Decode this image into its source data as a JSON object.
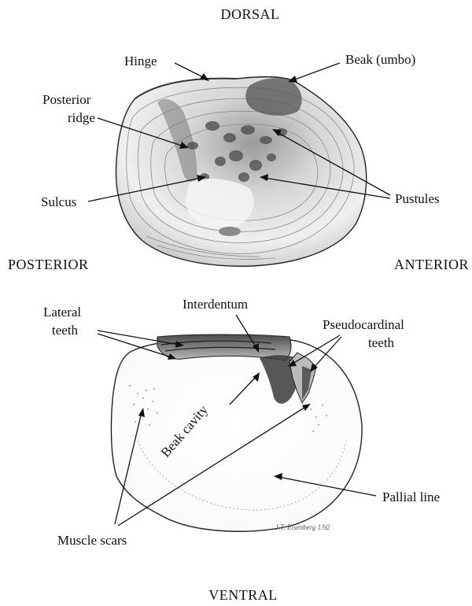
{
  "orientation": {
    "dorsal": "DORSAL",
    "ventral": "VENTRAL",
    "posterior": "POSTERIOR",
    "anterior": "ANTERIOR"
  },
  "exterior_view": {
    "labels": {
      "hinge": "Hinge",
      "beak": "Beak (umbo)",
      "posterior_ridge_line1": "Posterior",
      "posterior_ridge_line2": "ridge",
      "sulcus": "Sulcus",
      "pustules": "Pustules"
    }
  },
  "interior_view": {
    "labels": {
      "lateral_teeth_line1": "Lateral",
      "lateral_teeth_line2": "teeth",
      "interdentum": "Interdentum",
      "pseudocardinal_line1": "Pseudocardinal",
      "pseudocardinal_line2": "teeth",
      "beak_cavity": "Beak cavity",
      "pallial_line": "Pallial line",
      "muscle_scars": "Muscle scars"
    },
    "signature": "J.T. Eisenberg 1/92"
  },
  "colors": {
    "ink": "#111111",
    "shell_light": "#f2f2f2",
    "shell_mid": "#cfcfcf",
    "shell_dark": "#6e6e6e",
    "background": "#ffffff"
  }
}
